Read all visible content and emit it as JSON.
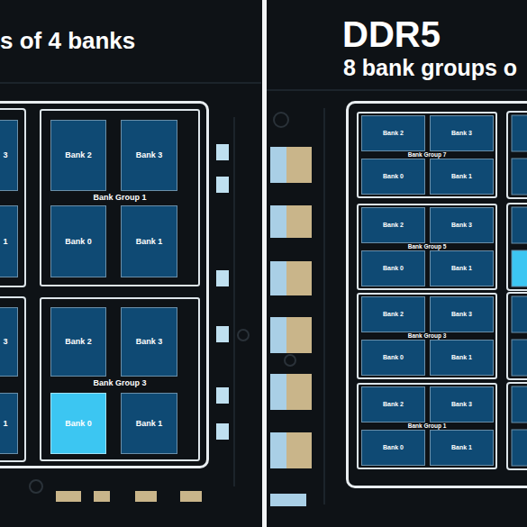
{
  "diagram": {
    "nodes": [
      {
        "text": [
          "s of 4 banks"
        ]
      },
      {
        "text": [
          "3"
        ],
        "in": 0
      },
      {
        "text": [
          "1"
        ],
        "in": 0
      },
      {
        "text": [
          "3"
        ],
        "in": 0
      },
      {
        "text": [
          "1"
        ],
        "in": 0
      },
      {
        "text": [
          "Bank Group 1"
        ],
        "in": 0
      },
      {
        "text": [
          "Bank 2"
        ],
        "in": 5
      },
      {
        "text": [
          "Bank 3"
        ],
        "in": 5
      },
      {
        "text": [
          "Bank 0"
        ],
        "in": 5
      },
      {
        "text": [
          "Bank 1"
        ],
        "in": 5
      },
      {
        "text": [
          "Bank Group 3"
        ],
        "in": 0
      },
      {
        "text": [
          "Bank 2"
        ],
        "in": 10
      },
      {
        "text": [
          "Bank 3"
        ],
        "in": 10
      },
      {
        "text": [
          "Bank 0"
        ],
        "in": 10
      },
      {
        "text": [
          "Bank 1"
        ],
        "in": 10
      },
      {
        "text": [
          "DDR5",
          "8 bank groups o"
        ]
      },
      {
        "text": [
          "Bank Group 7"
        ],
        "in": 15
      },
      {
        "text": [
          "Bank 2"
        ],
        "in": 16
      },
      {
        "text": [
          "Bank 3"
        ],
        "in": 16
      },
      {
        "text": [
          "Bank 0"
        ],
        "in": 16
      },
      {
        "text": [
          "Bank 1"
        ],
        "in": 16
      },
      {
        "text": [
          "Bank Group 5"
        ],
        "in": 15
      },
      {
        "text": [
          "Bank 2"
        ],
        "in": 21
      },
      {
        "text": [
          "Bank 3"
        ],
        "in": 21
      },
      {
        "text": [
          "Bank 0"
        ],
        "in": 21
      },
      {
        "text": [
          "Bank 1"
        ],
        "in": 21
      },
      {
        "text": [
          "Bank Group 3"
        ],
        "in": 15
      },
      {
        "text": [
          "Bank 2"
        ],
        "in": 26
      },
      {
        "text": [
          "Bank 3"
        ],
        "in": 26
      },
      {
        "text": [
          "Bank 0"
        ],
        "in": 26
      },
      {
        "text": [
          "Bank 1"
        ],
        "in": 26
      },
      {
        "text": [
          "Bank Group 1"
        ],
        "in": 15
      },
      {
        "text": [
          "Bank 2"
        ],
        "in": 31
      },
      {
        "text": [
          "Bank 3"
        ],
        "in": 31
      },
      {
        "text": [
          "Bank 0"
        ],
        "in": 31
      },
      {
        "text": [
          "Bank 1"
        ],
        "in": 31
      }
    ]
  }
}
